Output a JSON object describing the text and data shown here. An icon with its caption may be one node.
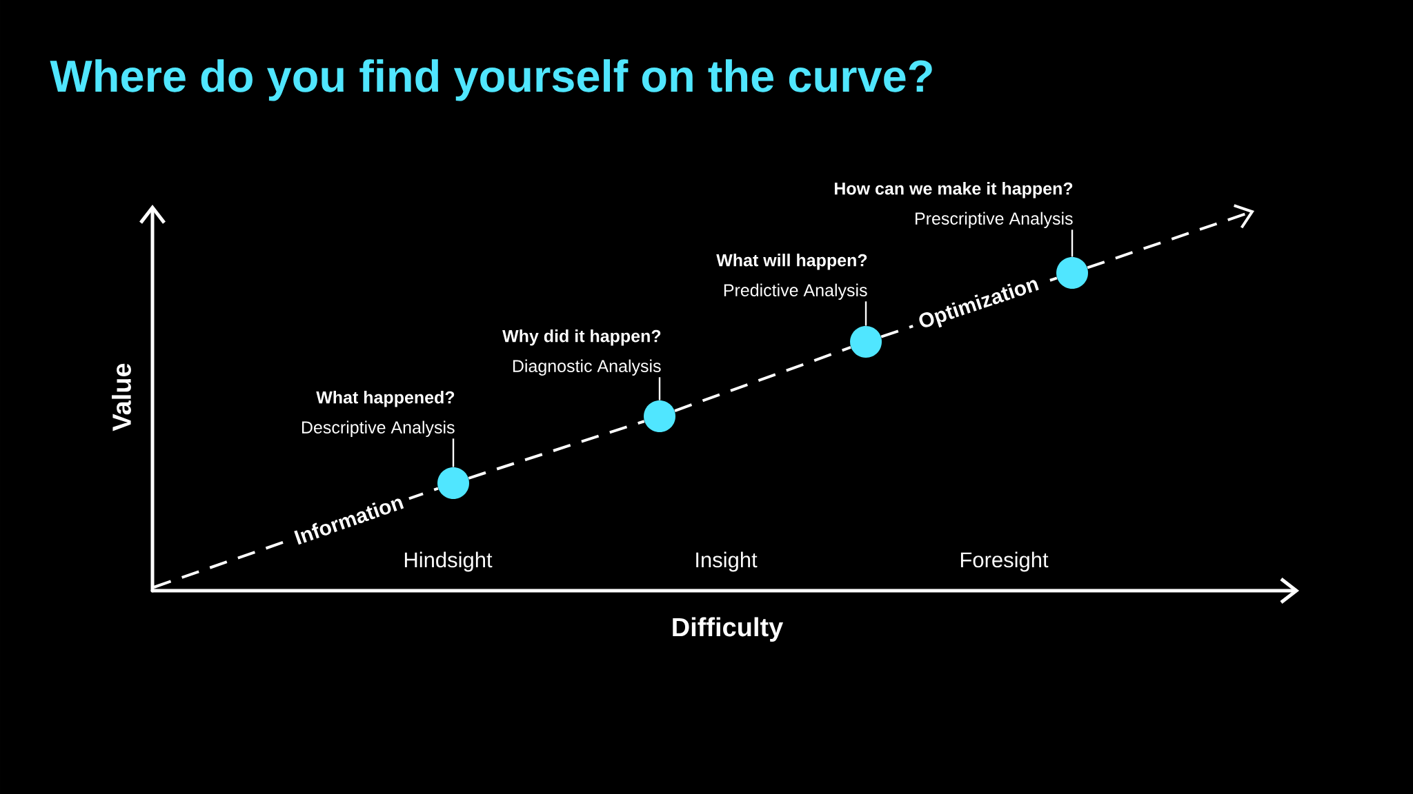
{
  "diagram": {
    "title": "Where do you find yourself on the curve?",
    "nodes": [
      {
        "text": [
          "What happened?",
          "Descriptive Analysis"
        ]
      },
      {
        "text": [],
        "shape": "circle"
      },
      {
        "text": [
          "Why did it happen?",
          "Diagnostic Analysis"
        ]
      },
      {
        "text": [],
        "shape": "circle"
      },
      {
        "text": [
          "What will happen?",
          "Predictive Analysis"
        ]
      },
      {
        "text": [],
        "shape": "circle"
      },
      {
        "text": [
          "How can we make it happen?",
          "Prescriptive Analysis"
        ]
      },
      {
        "text": [],
        "shape": "circle"
      }
    ],
    "edges": [
      {
        "from": null,
        "to": 1,
        "arrow": "none",
        "style": "dashed",
        "label": "Information"
      },
      {
        "from": 1,
        "to": 3,
        "arrow": "none",
        "style": "dashed"
      },
      {
        "from": 3,
        "to": 5,
        "arrow": "none",
        "style": "dashed"
      },
      {
        "from": 5,
        "to": 7,
        "arrow": "none",
        "style": "dashed",
        "label": "Optimization"
      },
      {
        "from": 7,
        "to": null,
        "arrow": "to",
        "style": "dashed"
      },
      {
        "from": 0,
        "to": 1,
        "arrow": "none"
      },
      {
        "from": 2,
        "to": 3,
        "arrow": "none"
      },
      {
        "from": 4,
        "to": 5,
        "arrow": "none"
      },
      {
        "from": 6,
        "to": 7,
        "arrow": "none"
      }
    ],
    "labels": [
      "Value",
      "Hindsight",
      "Insight",
      "Foresight",
      "Difficulty"
    ]
  }
}
